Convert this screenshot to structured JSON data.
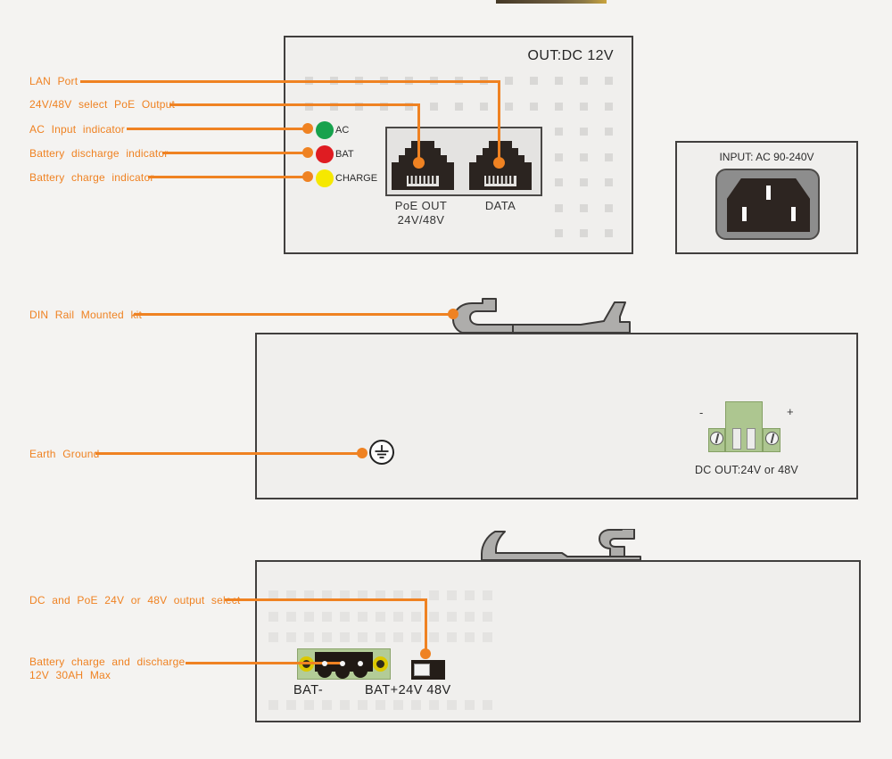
{
  "callouts": {
    "lan_port": "LAN Port",
    "poe_select": "24V/48V select PoE Output",
    "ac_input": "AC Input indicator",
    "battery_discharge": "Battery discharge indicator",
    "battery_charge": "Battery charge indicator",
    "din_rail": "DIN Rail Mounted kit",
    "earth_ground": "Earth Ground",
    "dc_poe_select": "DC and PoE 24V or 48V output select",
    "battery_cd_line1": "Battery charge and discharge",
    "battery_cd_line2": "12V 30AH Max"
  },
  "top_panel": {
    "out_label": "OUT:DC 12V",
    "led_ac": "AC",
    "led_bat": "BAT",
    "led_charge": "CHARGE",
    "led_colors": {
      "ac": "#17a24d",
      "bat": "#df1c22",
      "charge": "#f6e800"
    },
    "port1_line1": "PoE OUT",
    "port1_line2": "24V/48V",
    "port2": "DATA"
  },
  "ac_panel": {
    "label": "INPUT: AC 90-240V"
  },
  "mid_panel": {
    "minus": "-",
    "plus": "+",
    "dc_out": "DC OUT:24V or 48V"
  },
  "bottom_panel": {
    "bat_minus": "BAT-",
    "bat_plus": "BAT+24V 48V"
  },
  "accent_color": "#ef8222"
}
